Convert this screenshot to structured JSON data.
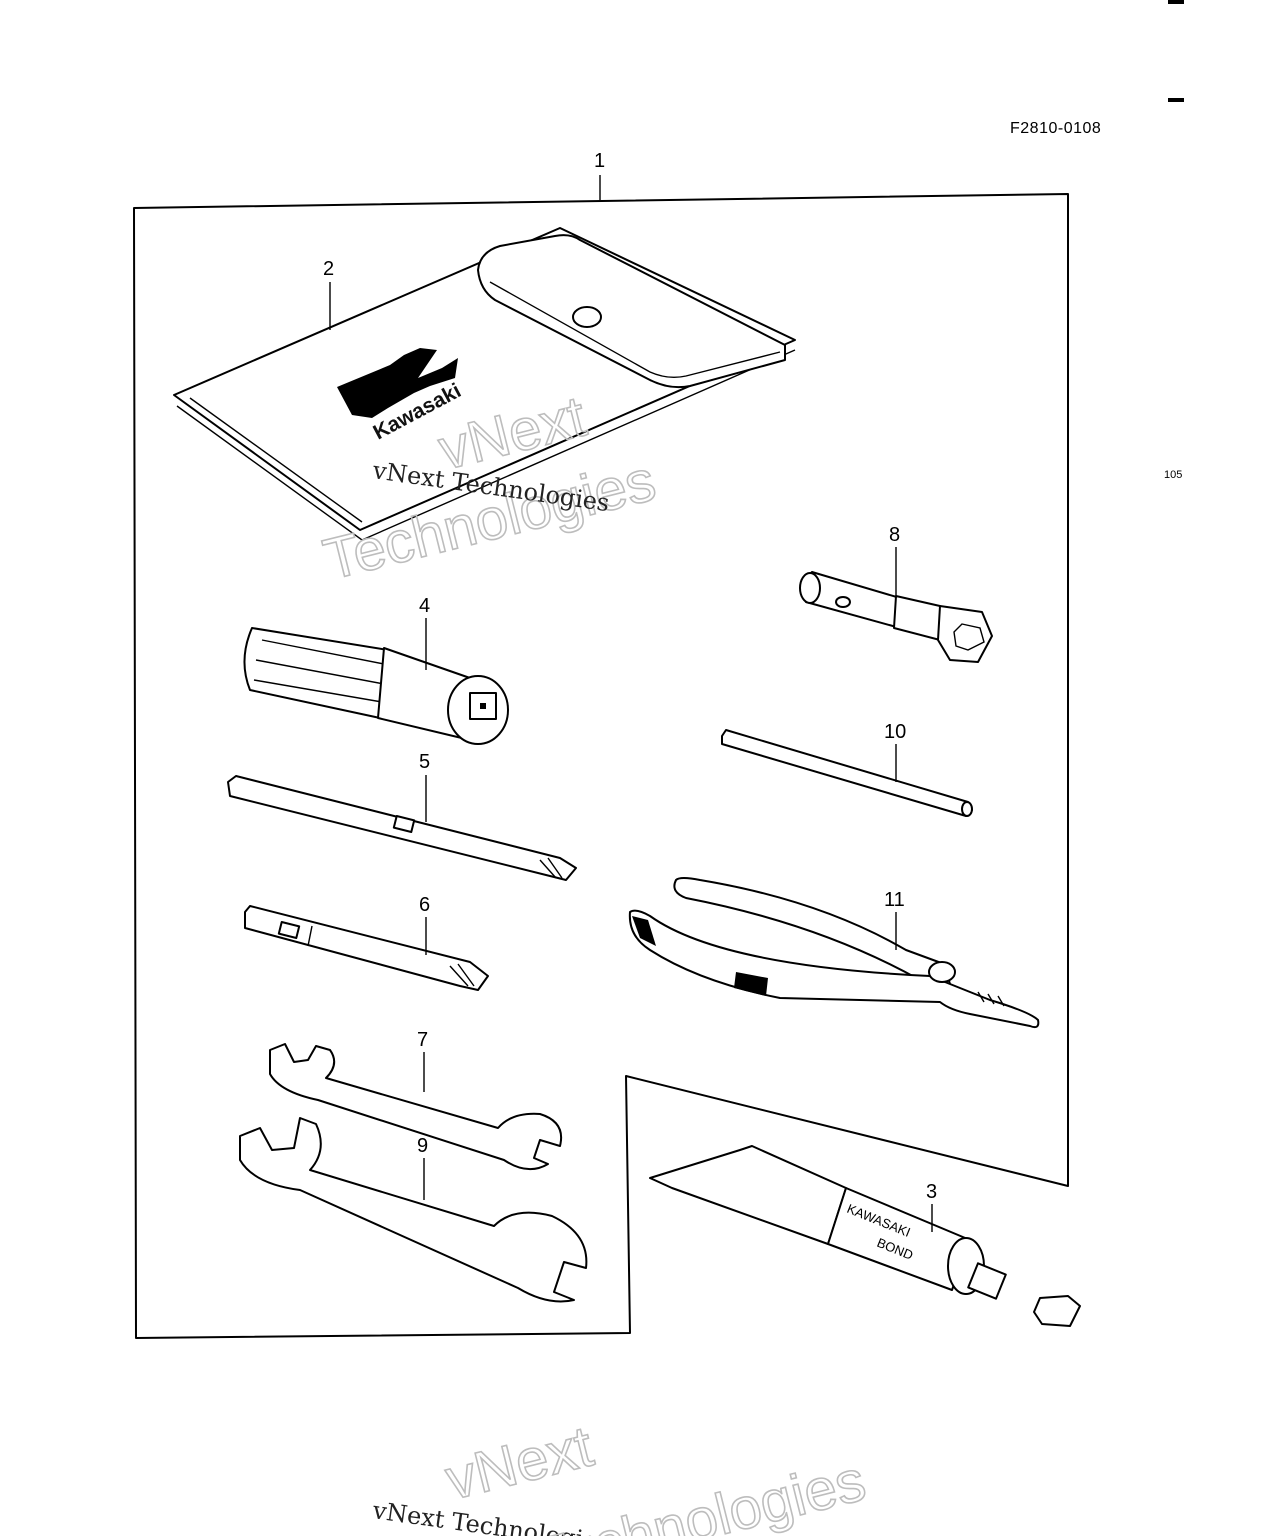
{
  "drawing_code": "F2810-0108",
  "page_number": "105",
  "watermark": {
    "brand_top": "vNext",
    "brand_bottom": "Technologies",
    "caption": "vNext Technologies"
  },
  "pouch_logo_text": "Kawasaki",
  "bond_tube_text": [
    "KAWASAKI",
    "BOND"
  ],
  "callouts": [
    "1",
    "2",
    "3",
    "4",
    "5",
    "6",
    "7",
    "8",
    "9",
    "10",
    "11"
  ]
}
